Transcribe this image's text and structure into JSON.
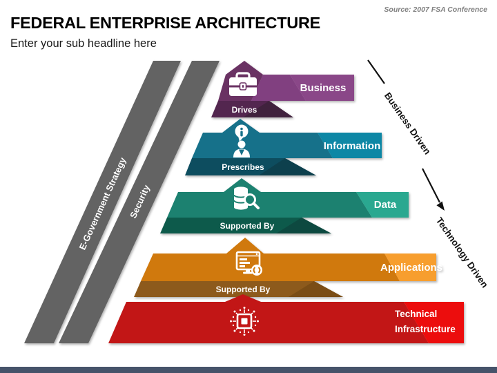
{
  "header": {
    "title": "FEDERAL ENTERPRISE ARCHITECTURE",
    "subtitle": "Enter your sub headline here",
    "source": "Source: 2007 FSA Conference"
  },
  "strategy_bars": {
    "color": "#646464",
    "items": [
      {
        "label": "E-Government Strategy"
      },
      {
        "label": "Security"
      }
    ]
  },
  "layers": [
    {
      "name": "Business",
      "connector": "Drives",
      "icon": "briefcase-icon",
      "colors": {
        "light": "#8A4688",
        "mid": "#814080",
        "dark": "#6B3164",
        "tab": "#532750",
        "fold": "#40203C"
      }
    },
    {
      "name": "Information",
      "connector": "Prescribes",
      "icon": "person-info-icon",
      "colors": {
        "light": "#0F87A5",
        "dark": "#15718A",
        "tab": "#0C4D5F",
        "fold": "#093F4E"
      }
    },
    {
      "name": "Data",
      "connector": "Supported By",
      "icon": "database-search-icon",
      "colors": {
        "light": "#2AA890",
        "dark": "#1E8170",
        "tab": "#0F5A4C",
        "fold": "#0B4A3F"
      }
    },
    {
      "name": "Applications",
      "connector": "Supported By",
      "icon": "monitor-code-icon",
      "colors": {
        "light": "#F79E2E",
        "dark": "#D0790F",
        "tab": "#8D5A1B",
        "fold": "#7A4D12"
      }
    },
    {
      "name": "Technical Infrastructure",
      "lines": [
        "Technical",
        "Infrastructure"
      ],
      "icon": "chip-icon",
      "colors": {
        "light": "#EC0E0E",
        "dark": "#C21414"
      }
    }
  ],
  "arrow": {
    "top_label": "Business Driven",
    "bottom_label": "Technology Driven",
    "color": "#111111"
  },
  "footer": {
    "bar_color": "#46536A"
  },
  "text_colors": {
    "title": "#000000",
    "subtitle": "#1A1A1A",
    "source": "#808080"
  }
}
